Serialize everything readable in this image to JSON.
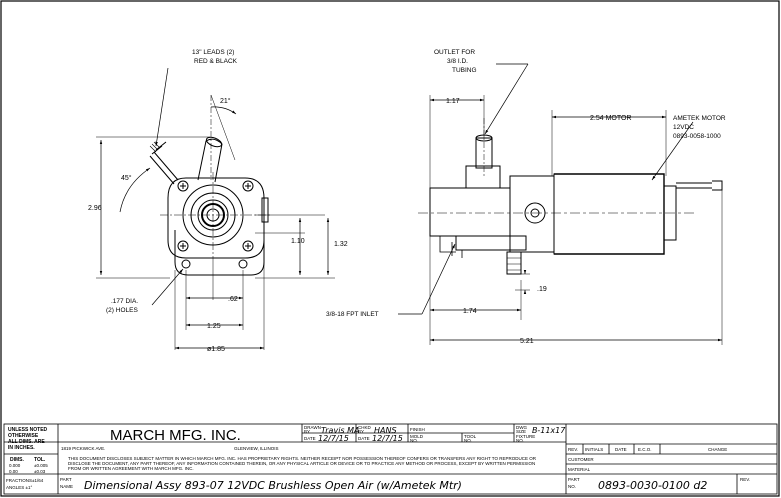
{
  "front_view": {
    "leads_label_1": "13\" LEADS (2)",
    "leads_label_2": "RED & BLACK",
    "angle_21": "21°",
    "angle_45": "45°",
    "dim_296": "2.96",
    "dim_110": "1.10",
    "dim_132": "1.32",
    "holes_label_1": ".177 DIA.",
    "holes_label_2": "(2) HOLES",
    "dim_062": ".62",
    "dim_125": "1.25",
    "dim_185": "ø1.85"
  },
  "side_view": {
    "outlet_label_1": "OUTLET FOR",
    "outlet_label_2": "3/8 I.D.",
    "outlet_label_3": "TUBING",
    "dim_117": "1.17",
    "dim_254": "2.54 MOTOR",
    "motor_label_1": "AMETEK MOTOR",
    "motor_label_2": "12VDC",
    "motor_label_3": "0893-0058-1000",
    "dim_019": ".19",
    "inlet_label": "3/8-18 FPT INLET",
    "dim_174": "1.74",
    "dim_521": "5.21"
  },
  "title_block": {
    "tol_1": "UNLESS NOTED",
    "tol_2": "OTHERWISE",
    "tol_3": "ALL DIMS. ARE",
    "tol_4": "IN INCHES.",
    "dims_hdr": "DIMS.",
    "tol_hdr": "TOL.",
    "dim_row1_a": "0.000",
    "dim_row1_b": "±0.005",
    "dim_row2_a": "0.00",
    "dim_row2_b": "±0.03",
    "fractions": "FRACTIONS±1/64",
    "angles": "ANGLES  ±1°",
    "company": "MARCH MFG. INC.",
    "address": "1819 PICKWICK AVE.",
    "city": "GLENVIEW, ILLINOIS",
    "drawn_lbl_1": "DRAWN",
    "drawn_lbl_2": "BY",
    "drawn_by": "Travis MA",
    "chkd_lbl_1": "CHKD",
    "chkd_lbl_2": "BY",
    "chkd_by": "HANS",
    "finish_lbl": "FINISH",
    "dwg_size_lbl_1": "DWG",
    "dwg_size_lbl_2": "SIZE",
    "dwg_size": "B-11x17",
    "date_lbl": "DATE",
    "date_1": "12/7/15",
    "date_2": "12/7/15",
    "mold_lbl_1": "MOLD",
    "mold_lbl_2": "NO.",
    "tool_lbl_1": "TOOL",
    "tool_lbl_2": "NO.",
    "fixture_lbl_1": "FIXTURE",
    "fixture_lbl_2": "NO.",
    "rev_hdr": "REV.",
    "initials_hdr": "INITIALS",
    "date_hdr": "DATE",
    "eco_hdr": "E.C.O.",
    "change_hdr": "CHANGE",
    "customer_lbl": "CUSTOMER",
    "material_lbl": "MATERIAL",
    "disclaimer_1": "THIS DOCUMENT DISCLOSES SUBJECT MATTER IN WHICH MARCH MFG. INC. HAS PROPRIETARY RIGHTS. NEITHER RECEIPT NOR POSSESSION THEREOF CONFERS OR TRANSFERS ANY RIGHT TO REPRODUCE OR",
    "disclaimer_2": "DISCLOSE THE DOCUMENT, ANY PART THEREOF, ANY INFORMATION CONTAINED THEREIN, OR ANY PHYSICAL ARTICLE OR DEVICE OR TO PRACTICE ANY METHOD OR PROCESS, EXCEPT BY WRITTEN PERMISSION",
    "disclaimer_3": "FROM OR WRITTEN AGREEMENT WITH MARCH MFG. INC.",
    "part_name_lbl_1": "PART",
    "part_name_lbl_2": "NAME",
    "part_name": "Dimensional Assy 893-07 12VDC Brushless Open Air (w/Ametek Mtr)",
    "part_no_lbl_1": "PART",
    "part_no_lbl_2": "NO.",
    "part_no": "0893-0030-0100 d2",
    "rev_lbl": "REV."
  }
}
